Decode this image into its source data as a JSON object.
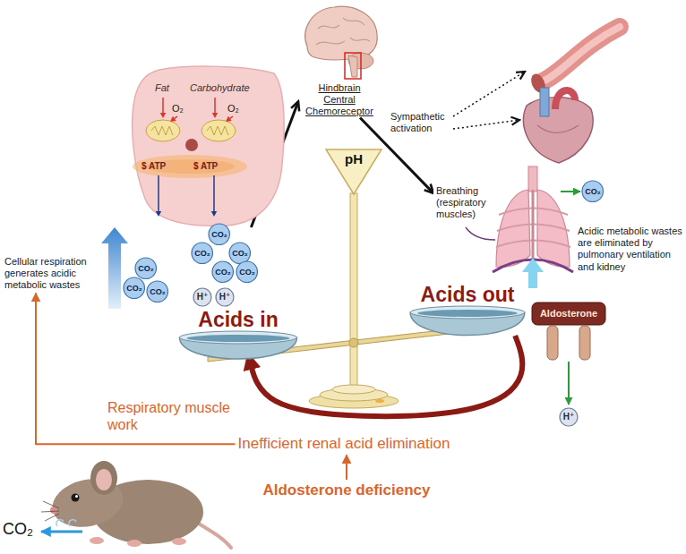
{
  "diagram": {
    "nodes": [
      {
        "text": [
          "Fat",
          "Carbohydrate",
          "O₂",
          "O₂",
          "$ ATP",
          "$ ATP"
        ]
      },
      {
        "text": [
          "Hindbrain Central Chemoreceptor"
        ]
      },
      {
        "text": [
          "CO₂"
        ]
      },
      {
        "text": [
          "CO₂"
        ]
      },
      {
        "text": [
          "CO₂"
        ]
      },
      {
        "text": [
          "CO₂"
        ]
      },
      {
        "text": [
          "CO₂"
        ]
      },
      {
        "text": [
          "CO₂"
        ]
      },
      {
        "text": [
          "CO₂"
        ]
      },
      {
        "text": [
          "CO₂"
        ]
      },
      {
        "text": [
          "H⁺"
        ]
      },
      {
        "text": [
          "H⁺"
        ]
      },
      {
        "text": [
          "Cellular respiration generates acidic metabolic wastes"
        ]
      },
      {
        "text": [
          "pH"
        ]
      },
      {
        "text": [
          "Breathing (respiratory muscles)"
        ]
      },
      {
        "text": [
          "CO₂"
        ]
      },
      {
        "text": [
          "Acids in"
        ]
      },
      {
        "text": [
          "Acids out"
        ]
      },
      {
        "text": [
          "H⁺"
        ]
      },
      {
        "text": [
          "Inefficient renal acid elimination"
        ]
      },
      {
        "text": [
          "Aldosterone deficiency"
        ]
      }
    ],
    "edges": [
      {
        "from": 0,
        "to": 1,
        "arrow": "to"
      },
      {
        "from": 1,
        "to": 14,
        "arrow": "to"
      },
      {
        "from": 17,
        "to": 16,
        "arrow": "to"
      },
      {
        "from": 20,
        "to": 19,
        "arrow": "to"
      },
      {
        "from": 19,
        "to": 12,
        "arrow": "to",
        "label": "Respiratory muscle work"
      }
    ],
    "labels": [
      "Sympathetic activation",
      "Acidic metabolic wastes are eliminated by pulmonary ventilation and kidney",
      "Aldosterone",
      "CO₂"
    ]
  }
}
